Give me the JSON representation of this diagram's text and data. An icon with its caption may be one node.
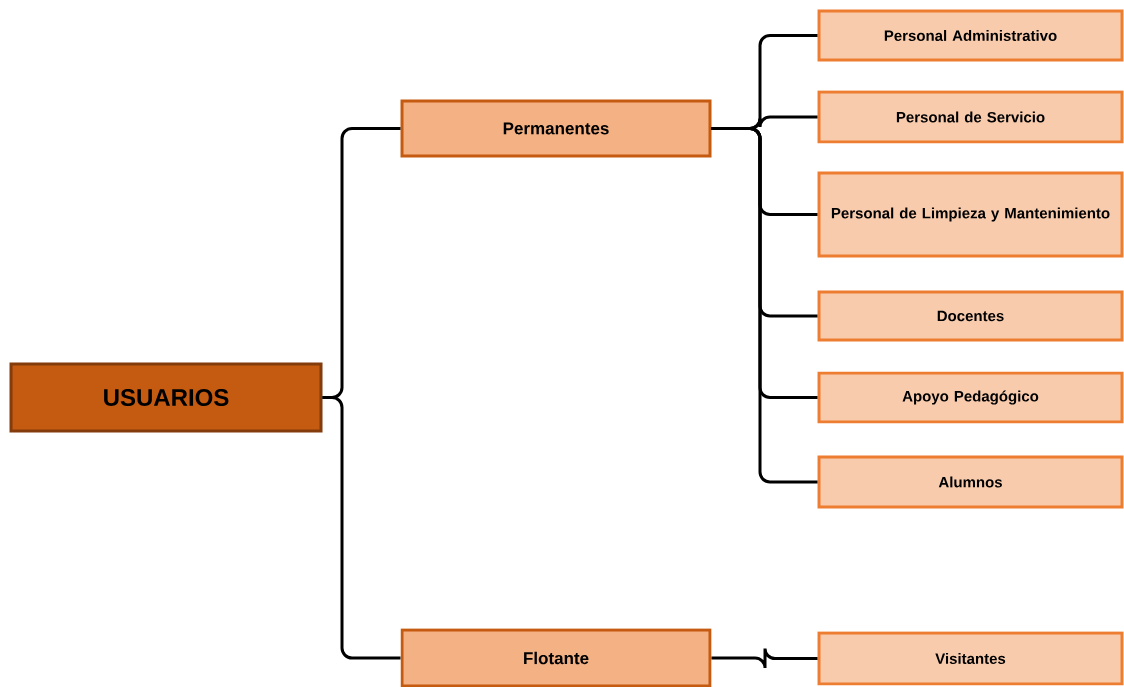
{
  "diagram": {
    "nodes": [
      {
        "text": [
          "USUARIOS"
        ]
      },
      {
        "text": [
          "Permanentes"
        ]
      },
      {
        "text": [
          "Personal Administrativo"
        ]
      },
      {
        "text": [
          "Personal de Servicio"
        ]
      },
      {
        "text": [
          "Personal de Limpieza y Mantenimiento"
        ]
      },
      {
        "text": [
          "Docentes"
        ]
      },
      {
        "text": [
          "Apoyo Pedagógico"
        ]
      },
      {
        "text": [
          "Alumnos"
        ]
      },
      {
        "text": [
          "Flotante"
        ]
      },
      {
        "text": [
          "Visitantes"
        ]
      }
    ],
    "edges": [
      {
        "from": 0,
        "to": 1,
        "arrow": "none"
      },
      {
        "from": 0,
        "to": 8,
        "arrow": "none"
      },
      {
        "from": 1,
        "to": 2,
        "arrow": "none"
      },
      {
        "from": 1,
        "to": 3,
        "arrow": "none"
      },
      {
        "from": 1,
        "to": 4,
        "arrow": "none"
      },
      {
        "from": 1,
        "to": 5,
        "arrow": "none"
      },
      {
        "from": 1,
        "to": 6,
        "arrow": "none"
      },
      {
        "from": 1,
        "to": 7,
        "arrow": "none"
      },
      {
        "from": 8,
        "to": 9,
        "arrow": "none"
      }
    ]
  }
}
